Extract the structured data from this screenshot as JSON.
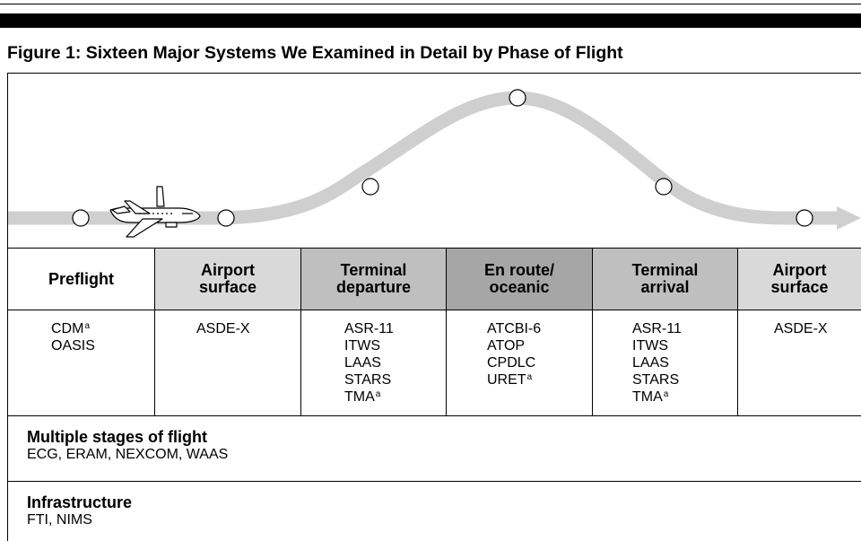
{
  "figure": {
    "title": "Figure 1:  Sixteen Major Systems We Examined in Detail by Phase of Flight"
  },
  "phases": [
    {
      "label": "Preflight",
      "shade": "#ffffff",
      "systems": [
        {
          "name": "CDM",
          "note": "a"
        },
        {
          "name": "OASIS",
          "note": ""
        }
      ]
    },
    {
      "label": "Airport\nsurface",
      "shade": "#d9d9d9",
      "systems": [
        {
          "name": "ASDE-X",
          "note": ""
        }
      ]
    },
    {
      "label": "Terminal\ndeparture",
      "shade": "#bfbfbf",
      "systems": [
        {
          "name": "ASR-11",
          "note": ""
        },
        {
          "name": "ITWS",
          "note": ""
        },
        {
          "name": "LAAS",
          "note": ""
        },
        {
          "name": "STARS",
          "note": ""
        },
        {
          "name": "TMA",
          "note": "a"
        }
      ]
    },
    {
      "label": "En route/\noceanic",
      "shade": "#a6a6a6",
      "systems": [
        {
          "name": "ATCBI-6",
          "note": ""
        },
        {
          "name": "ATOP",
          "note": ""
        },
        {
          "name": "CPDLC",
          "note": ""
        },
        {
          "name": "URET",
          "note": "a"
        }
      ]
    },
    {
      "label": "Terminal\narrival",
      "shade": "#bfbfbf",
      "systems": [
        {
          "name": "ASR-11",
          "note": ""
        },
        {
          "name": "ITWS",
          "note": ""
        },
        {
          "name": "LAAS",
          "note": ""
        },
        {
          "name": "STARS",
          "note": ""
        },
        {
          "name": "TMA",
          "note": "a"
        }
      ]
    },
    {
      "label": "Airport\nsurface",
      "shade": "#d9d9d9",
      "systems": [
        {
          "name": "ASDE-X",
          "note": ""
        }
      ]
    }
  ],
  "multiple_stages": {
    "heading": "Multiple stages of flight",
    "systems": "ECG, ERAM, NEXCOM, WAAS"
  },
  "infrastructure": {
    "heading": "Infrastructure",
    "systems": "FTI, NIMS"
  },
  "colors": {
    "flight_path": "#cfcfcf",
    "milestone_fill": "#ffffff",
    "milestone_stroke": "#000000"
  },
  "icons": {
    "airplane": "airplane-icon",
    "milestone": "milestone-circle-icon",
    "direction": "arrow-right-icon"
  }
}
